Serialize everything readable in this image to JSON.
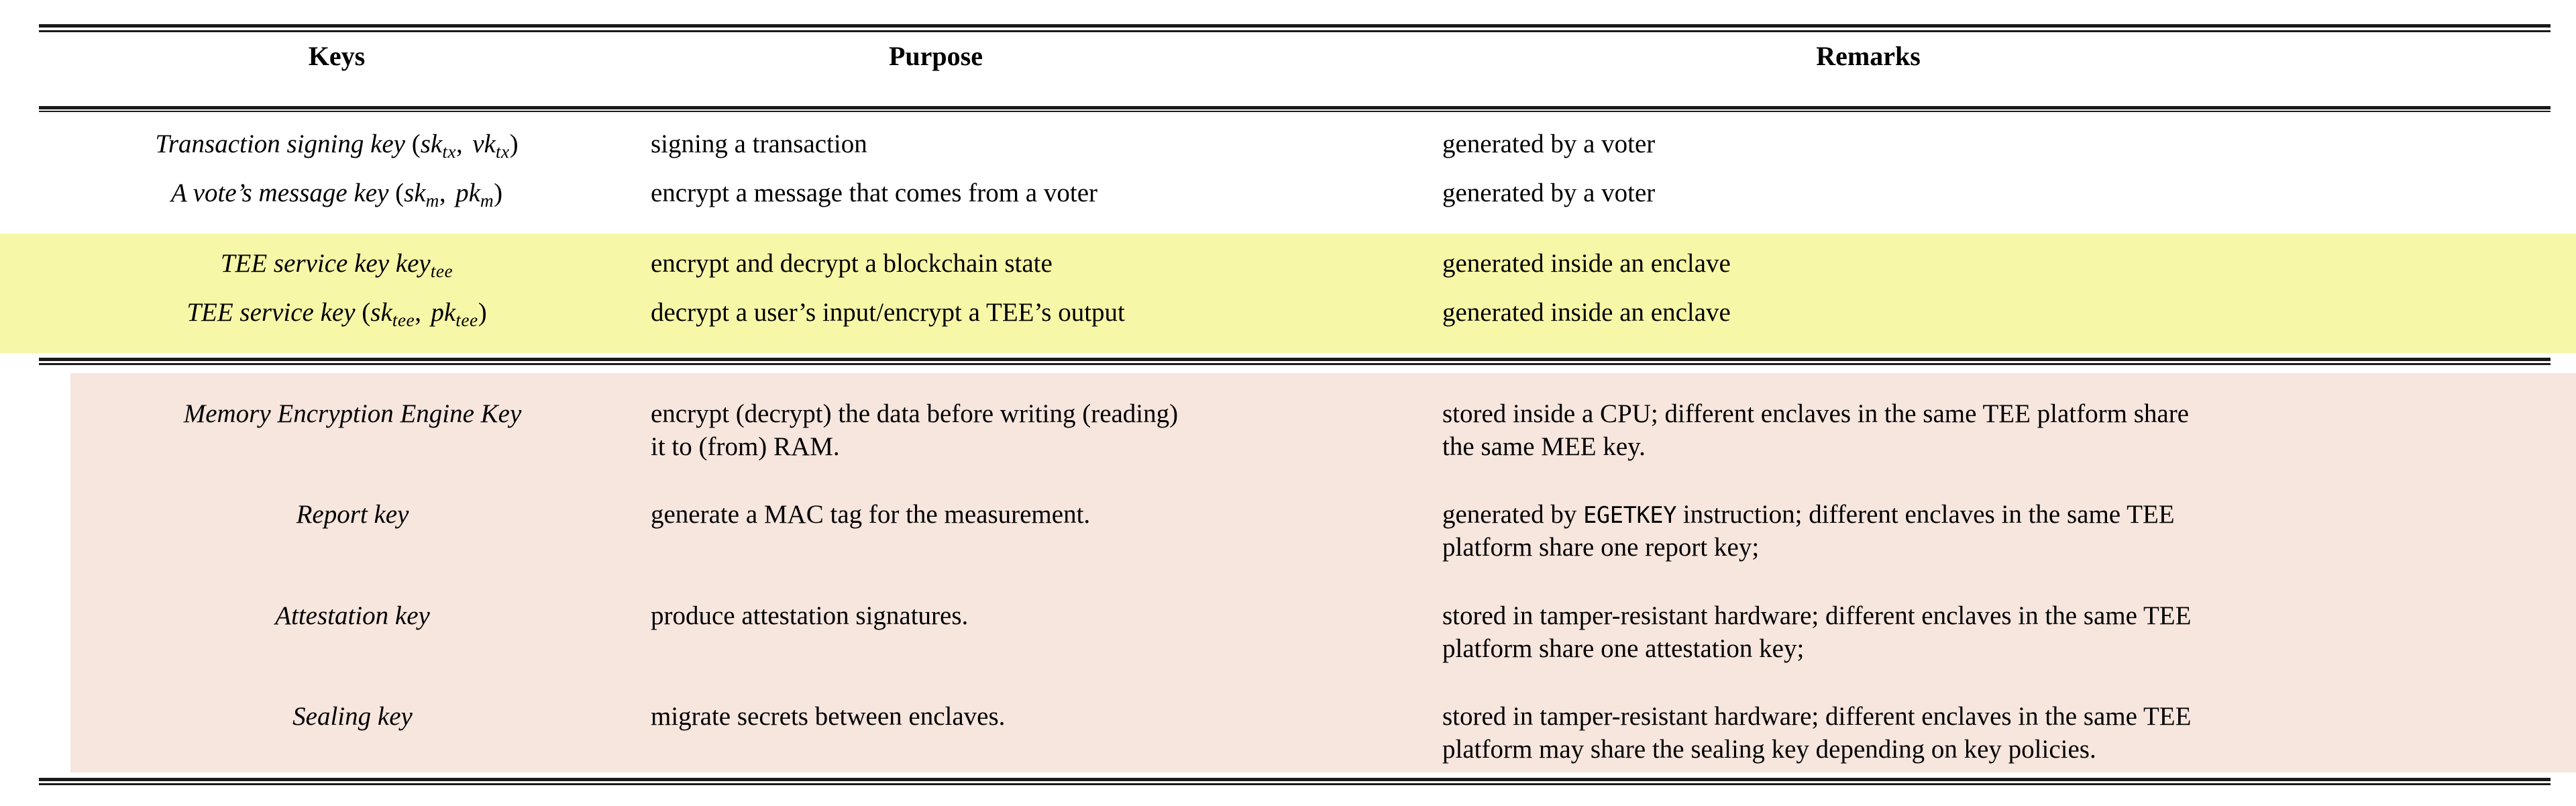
{
  "table": {
    "headers": {
      "keys": "Keys",
      "purpose": "Purpose",
      "remarks": "Remarks"
    },
    "colors": {
      "highlight_yellow": "#f7f7a8",
      "highlight_pink": "#f6e6de",
      "rule": "#1a1a1a",
      "text": "#000000",
      "page_background": "#ffffff"
    },
    "sections": [
      {
        "name": "voting-protocol-keys",
        "rows": [
          {
            "key_plain": "Transaction signing key (sk_tx, vk_tx)",
            "key_prefix": "Transaction signing key",
            "key_sym1_base": "sk",
            "key_sym1_sub": "tx",
            "key_sym2_base": "vk",
            "key_sym2_sub": "tx",
            "purpose": "signing a transaction",
            "remarks": "generated by a voter",
            "highlight": "none"
          },
          {
            "key_plain": "A vote's message key (sk_m, pk_m)",
            "key_prefix": "A vote’s message key",
            "key_sym1_base": "sk",
            "key_sym1_sub": "m",
            "key_sym2_base": "pk",
            "key_sym2_sub": "m",
            "purpose": "encrypt a message that comes from a voter",
            "remarks": "generated by a voter",
            "highlight": "none"
          },
          {
            "key_plain": "TEE service key key_tee",
            "key_prefix": "TEE service key",
            "key_sym1_base": "key",
            "key_sym1_sub": "tee",
            "key_sym2_base": "",
            "key_sym2_sub": "",
            "purpose": "encrypt and decrypt a blockchain state",
            "remarks": "generated inside an enclave",
            "highlight": "yellow"
          },
          {
            "key_plain": "TEE service key (sk_tee, pk_tee)",
            "key_prefix": "TEE service key",
            "key_sym1_base": "sk",
            "key_sym1_sub": "tee",
            "key_sym2_base": "pk",
            "key_sym2_sub": "tee",
            "purpose": "decrypt a user’s input/encrypt a TEE’s output",
            "remarks": "generated inside an enclave",
            "highlight": "yellow"
          }
        ]
      },
      {
        "name": "tee-platform-keys",
        "rows": [
          {
            "key_plain": "Memory Encryption Engine Key",
            "purpose_line1": "encrypt (decrypt) the data before writing (reading)",
            "purpose_line2": "it to (from) RAM.",
            "remarks_line1": "stored inside a CPU; different enclaves in the same TEE platform share",
            "remarks_line2": "the same MEE key.",
            "highlight": "pink"
          },
          {
            "key_plain": "Report key",
            "purpose_line1": "generate a MAC tag for the measurement.",
            "purpose_line2": "",
            "remarks_pre": "generated by ",
            "remarks_mono": "EGETKEY",
            "remarks_post": " instruction; different enclaves in the same TEE",
            "remarks_line2": "platform share one report key;",
            "highlight": "pink"
          },
          {
            "key_plain": "Attestation key",
            "purpose_line1": "produce attestation signatures.",
            "purpose_line2": "",
            "remarks_line1": "stored in tamper-resistant hardware; different enclaves in the same TEE",
            "remarks_line2": "platform share one attestation key;",
            "highlight": "pink"
          },
          {
            "key_plain": "Sealing key",
            "purpose_line1": "migrate secrets between enclaves.",
            "purpose_line2": "",
            "remarks_line1": "stored in tamper-resistant hardware; different enclaves in the same TEE",
            "remarks_line2": "platform may share the sealing key depending on key policies.",
            "highlight": "pink"
          }
        ]
      }
    ]
  }
}
